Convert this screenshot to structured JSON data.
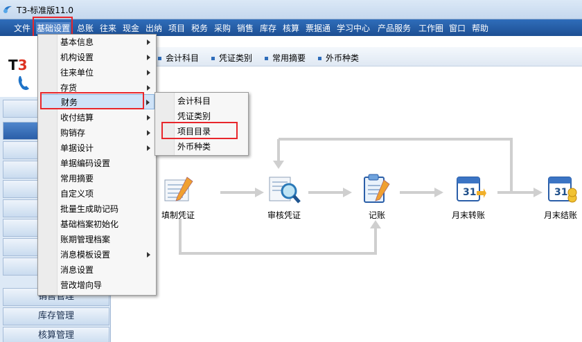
{
  "window": {
    "title": "T3-标准版11.0"
  },
  "menubar": {
    "items": [
      "文件",
      "基础设置",
      "总账",
      "往来",
      "现金",
      "出纳",
      "项目",
      "税务",
      "采购",
      "销售",
      "库存",
      "核算",
      "票据通",
      "学习中心",
      "产品服务",
      "工作圈",
      "窗口",
      "帮助"
    ]
  },
  "toolbar": {
    "items": [
      "会计科目",
      "凭证类别",
      "常用摘要",
      "外币种类"
    ]
  },
  "logo": {
    "text_main": "T",
    "text_accent": "3"
  },
  "leftnav": {
    "items": [
      "销售管理",
      "库存管理",
      "核算管理"
    ]
  },
  "dropdown": {
    "items": [
      {
        "label": "基本信息",
        "submenu": true
      },
      {
        "label": "机构设置",
        "submenu": true
      },
      {
        "label": "往来单位",
        "submenu": true
      },
      {
        "label": "存货",
        "submenu": true
      },
      {
        "label": "财务",
        "submenu": true
      },
      {
        "label": "收付结算",
        "submenu": true
      },
      {
        "label": "购销存",
        "submenu": true
      },
      {
        "label": "单据设计",
        "submenu": true
      },
      {
        "label": "单据编码设置",
        "submenu": false
      },
      {
        "label": "常用摘要",
        "submenu": false
      },
      {
        "label": "自定义项",
        "submenu": false
      },
      {
        "label": "批量生成助记码",
        "submenu": false
      },
      {
        "label": "基础档案初始化",
        "submenu": false
      },
      {
        "label": "账期管理档案",
        "submenu": false
      },
      {
        "label": "消息模板设置",
        "submenu": true
      },
      {
        "label": "消息设置",
        "submenu": false
      },
      {
        "label": "营改增向导",
        "submenu": false
      }
    ]
  },
  "submenu": {
    "items": [
      "会计科目",
      "凭证类别",
      "项目目录",
      "外币种类"
    ]
  },
  "flow": {
    "nodes": [
      "填制凭证",
      "审核凭证",
      "记账",
      "月末转账",
      "月末结账"
    ]
  },
  "colors": {
    "menubar": "#1d4f93",
    "highlight": "#e8262b",
    "selected": "#cfe3f8"
  }
}
